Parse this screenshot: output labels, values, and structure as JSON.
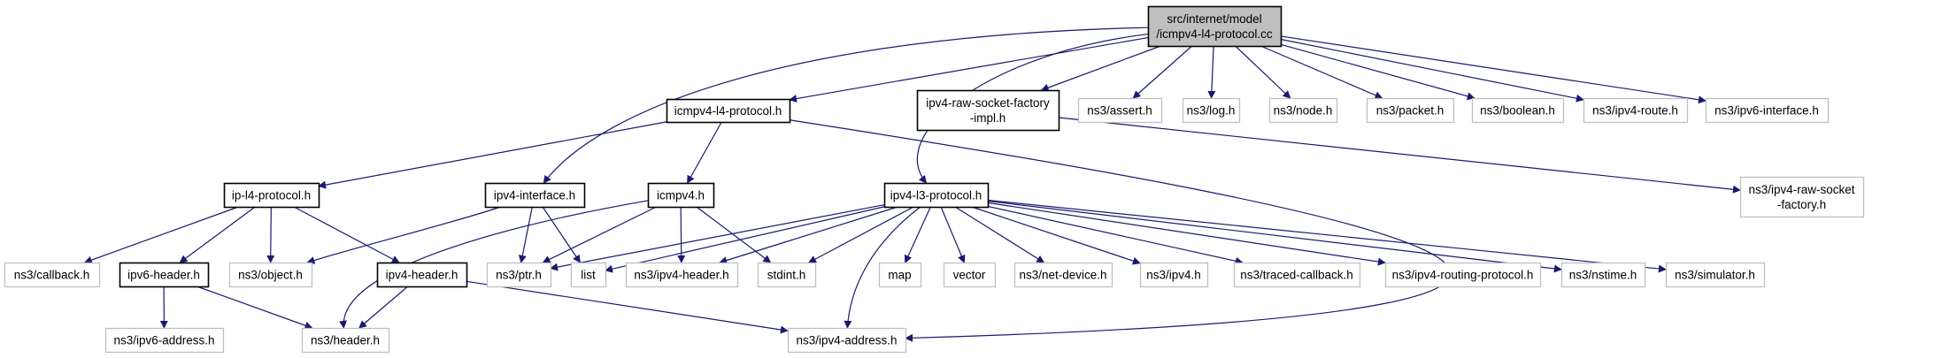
{
  "graph": {
    "title": "Include dependency graph for icmpv4-l4-protocol.cc",
    "colors": {
      "edge": "#191970",
      "root_fill": "#bfbfbf",
      "root_border": "#000000",
      "documented_border": "#000000",
      "external_border": "#bfbfbf",
      "node_fill": "#ffffff"
    },
    "nodes": [
      {
        "id": "root",
        "lines": [
          "src/internet/model",
          "/icmpv4-l4-protocol.cc"
        ],
        "kind": "root"
      },
      {
        "id": "icmpv4-l4-protocol-h",
        "lines": [
          "icmpv4-l4-protocol.h"
        ],
        "kind": "documented"
      },
      {
        "id": "ipv4-raw-socket-factory-impl-h",
        "lines": [
          "ipv4-raw-socket-factory",
          "-impl.h"
        ],
        "kind": "documented"
      },
      {
        "id": "ns3-assert-h",
        "lines": [
          "ns3/assert.h"
        ],
        "kind": "external"
      },
      {
        "id": "ns3-log-h",
        "lines": [
          "ns3/log.h"
        ],
        "kind": "external"
      },
      {
        "id": "ns3-node-h",
        "lines": [
          "ns3/node.h"
        ],
        "kind": "external"
      },
      {
        "id": "ns3-packet-h",
        "lines": [
          "ns3/packet.h"
        ],
        "kind": "external"
      },
      {
        "id": "ns3-boolean-h",
        "lines": [
          "ns3/boolean.h"
        ],
        "kind": "external"
      },
      {
        "id": "ns3-ipv4-route-h",
        "lines": [
          "ns3/ipv4-route.h"
        ],
        "kind": "external"
      },
      {
        "id": "ns3-ipv6-interface-h",
        "lines": [
          "ns3/ipv6-interface.h"
        ],
        "kind": "external"
      },
      {
        "id": "ns3-ipv4-raw-socket-factory-h",
        "lines": [
          "ns3/ipv4-raw-socket",
          "-factory.h"
        ],
        "kind": "external"
      },
      {
        "id": "ip-l4-protocol-h",
        "lines": [
          "ip-l4-protocol.h"
        ],
        "kind": "documented"
      },
      {
        "id": "ipv4-interface-h",
        "lines": [
          "ipv4-interface.h"
        ],
        "kind": "documented"
      },
      {
        "id": "icmpv4-h",
        "lines": [
          "icmpv4.h"
        ],
        "kind": "documented"
      },
      {
        "id": "ipv4-l3-protocol-h",
        "lines": [
          "ipv4-l3-protocol.h"
        ],
        "kind": "documented"
      },
      {
        "id": "ns3-callback-h",
        "lines": [
          "ns3/callback.h"
        ],
        "kind": "external"
      },
      {
        "id": "ipv6-header-h",
        "lines": [
          "ipv6-header.h"
        ],
        "kind": "documented"
      },
      {
        "id": "ns3-object-h",
        "lines": [
          "ns3/object.h"
        ],
        "kind": "external"
      },
      {
        "id": "ipv4-header-h",
        "lines": [
          "ipv4-header.h"
        ],
        "kind": "documented"
      },
      {
        "id": "ns3-ptr-h",
        "lines": [
          "ns3/ptr.h"
        ],
        "kind": "external"
      },
      {
        "id": "list",
        "lines": [
          "list"
        ],
        "kind": "external"
      },
      {
        "id": "ns3-ipv4-header-h",
        "lines": [
          "ns3/ipv4-header.h"
        ],
        "kind": "external"
      },
      {
        "id": "stdint-h",
        "lines": [
          "stdint.h"
        ],
        "kind": "external"
      },
      {
        "id": "map",
        "lines": [
          "map"
        ],
        "kind": "external"
      },
      {
        "id": "vector",
        "lines": [
          "vector"
        ],
        "kind": "external"
      },
      {
        "id": "ns3-net-device-h",
        "lines": [
          "ns3/net-device.h"
        ],
        "kind": "external"
      },
      {
        "id": "ns3-ipv4-h",
        "lines": [
          "ns3/ipv4.h"
        ],
        "kind": "external"
      },
      {
        "id": "ns3-traced-callback-h",
        "lines": [
          "ns3/traced-callback.h"
        ],
        "kind": "external"
      },
      {
        "id": "ns3-ipv4-routing-protocol-h",
        "lines": [
          "ns3/ipv4-routing-protocol.h"
        ],
        "kind": "external"
      },
      {
        "id": "ns3-nstime-h",
        "lines": [
          "ns3/nstime.h"
        ],
        "kind": "external"
      },
      {
        "id": "ns3-simulator-h",
        "lines": [
          "ns3/simulator.h"
        ],
        "kind": "external"
      },
      {
        "id": "ns3-ipv6-address-h",
        "lines": [
          "ns3/ipv6-address.h"
        ],
        "kind": "external"
      },
      {
        "id": "ns3-header-h",
        "lines": [
          "ns3/header.h"
        ],
        "kind": "external"
      },
      {
        "id": "ns3-ipv4-address-h",
        "lines": [
          "ns3/ipv4-address.h"
        ],
        "kind": "external"
      }
    ],
    "edges": [
      [
        "root",
        "icmpv4-l4-protocol-h"
      ],
      [
        "root",
        "ipv4-raw-socket-factory-impl-h"
      ],
      [
        "root",
        "ns3-assert-h"
      ],
      [
        "root",
        "ns3-log-h"
      ],
      [
        "root",
        "ns3-node-h"
      ],
      [
        "root",
        "ns3-packet-h"
      ],
      [
        "root",
        "ns3-boolean-h"
      ],
      [
        "root",
        "ns3-ipv4-route-h"
      ],
      [
        "root",
        "ns3-ipv6-interface-h"
      ],
      [
        "root",
        "ipv4-interface-h"
      ],
      [
        "root",
        "ipv4-l3-protocol-h"
      ],
      [
        "icmpv4-l4-protocol-h",
        "ip-l4-protocol-h"
      ],
      [
        "icmpv4-l4-protocol-h",
        "icmpv4-h"
      ],
      [
        "icmpv4-l4-protocol-h",
        "ns3-ipv4-address-h"
      ],
      [
        "ipv4-raw-socket-factory-impl-h",
        "ns3-ipv4-raw-socket-factory-h"
      ],
      [
        "ip-l4-protocol-h",
        "ns3-callback-h"
      ],
      [
        "ip-l4-protocol-h",
        "ipv6-header-h"
      ],
      [
        "ip-l4-protocol-h",
        "ns3-object-h"
      ],
      [
        "ip-l4-protocol-h",
        "ipv4-header-h"
      ],
      [
        "ipv4-interface-h",
        "ns3-object-h"
      ],
      [
        "ipv4-interface-h",
        "ns3-ptr-h"
      ],
      [
        "ipv4-interface-h",
        "list"
      ],
      [
        "icmpv4-h",
        "ns3-header-h"
      ],
      [
        "icmpv4-h",
        "ns3-ptr-h"
      ],
      [
        "icmpv4-h",
        "ns3-ipv4-header-h"
      ],
      [
        "icmpv4-h",
        "stdint-h"
      ],
      [
        "ipv4-l3-protocol-h",
        "ns3-ptr-h"
      ],
      [
        "ipv4-l3-protocol-h",
        "list"
      ],
      [
        "ipv4-l3-protocol-h",
        "ns3-ipv4-header-h"
      ],
      [
        "ipv4-l3-protocol-h",
        "stdint-h"
      ],
      [
        "ipv4-l3-protocol-h",
        "ns3-ipv4-address-h"
      ],
      [
        "ipv4-l3-protocol-h",
        "map"
      ],
      [
        "ipv4-l3-protocol-h",
        "vector"
      ],
      [
        "ipv4-l3-protocol-h",
        "ns3-net-device-h"
      ],
      [
        "ipv4-l3-protocol-h",
        "ns3-ipv4-h"
      ],
      [
        "ipv4-l3-protocol-h",
        "ns3-traced-callback-h"
      ],
      [
        "ipv4-l3-protocol-h",
        "ns3-ipv4-routing-protocol-h"
      ],
      [
        "ipv4-l3-protocol-h",
        "ns3-nstime-h"
      ],
      [
        "ipv4-l3-protocol-h",
        "ns3-simulator-h"
      ],
      [
        "ipv6-header-h",
        "ns3-ipv6-address-h"
      ],
      [
        "ipv6-header-h",
        "ns3-header-h"
      ],
      [
        "ipv4-header-h",
        "ns3-header-h"
      ],
      [
        "ipv4-header-h",
        "ns3-ipv4-address-h"
      ]
    ]
  }
}
